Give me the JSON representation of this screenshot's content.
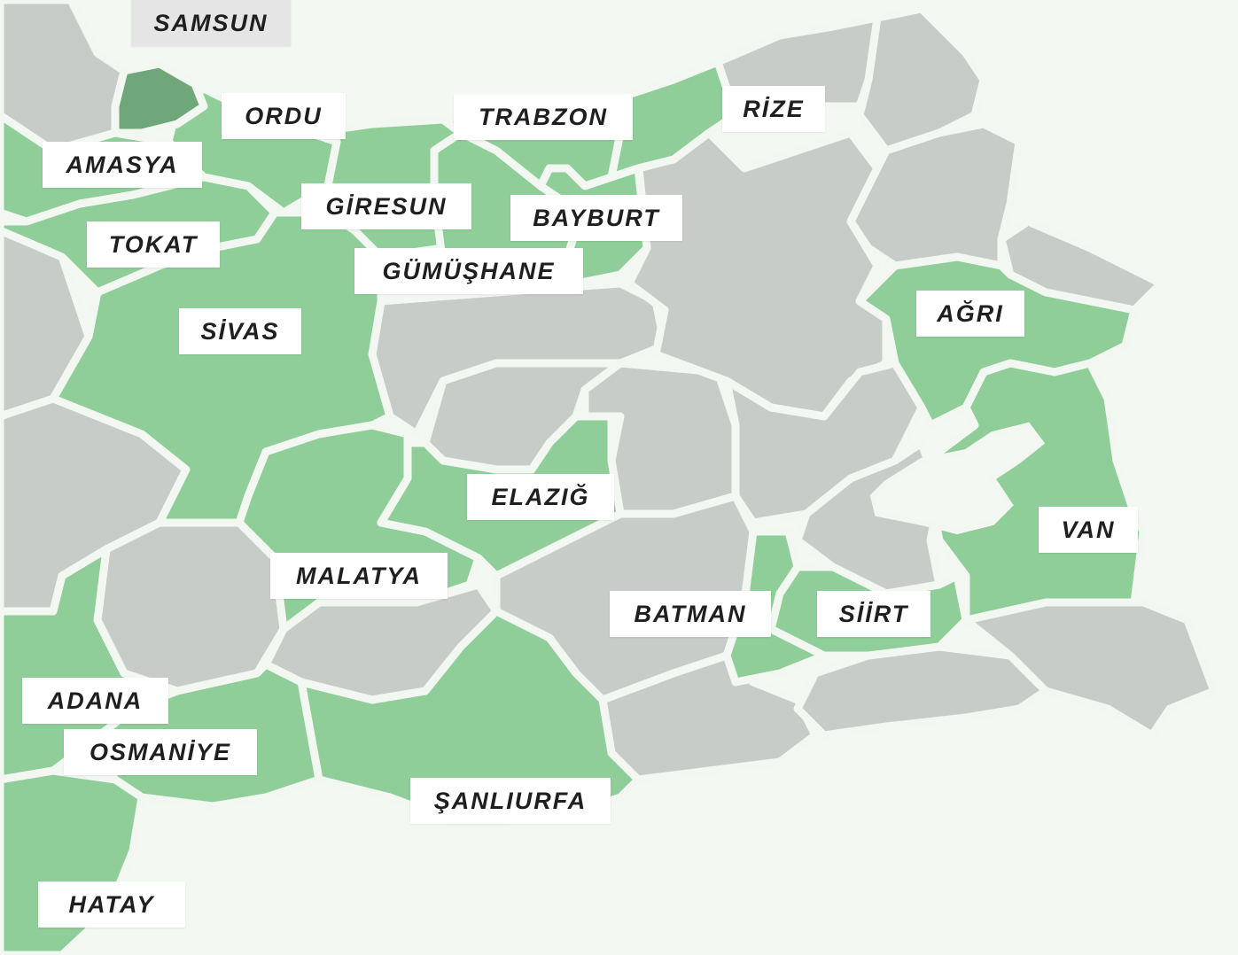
{
  "map": {
    "colors": {
      "background": "#f3f8f2",
      "highlighted": "#8fce98",
      "other": "#c8ccc9",
      "selected": "#6fa77b",
      "border": "#f2f7f1"
    },
    "selected_province": "SAMSUN",
    "labels": {
      "samsun": "SAMSUN",
      "ordu": "ORDU",
      "trabzon": "TRABZON",
      "rize": "RİZE",
      "amasya": "AMASYA",
      "giresun": "GİRESUN",
      "bayburt": "BAYBURT",
      "tokat": "TOKAT",
      "gumushane": "GÜMÜŞHANE",
      "sivas": "SİVAS",
      "agri": "AĞRI",
      "elazig": "ELAZIĞ",
      "van": "VAN",
      "malatya": "MALATYA",
      "batman": "BATMAN",
      "siirt": "SİİRT",
      "adana": "ADANA",
      "osmaniye": "OSMANİYE",
      "sanliurfa": "ŞANLIURFA",
      "hatay": "HATAY"
    }
  }
}
